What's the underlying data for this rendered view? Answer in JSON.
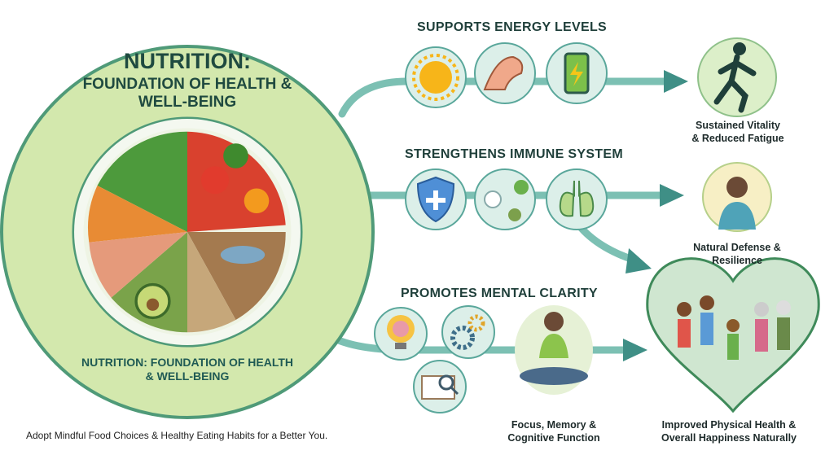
{
  "title": {
    "line1": "NUTRITION:",
    "line2": "FOUNDATION OF HEALTH & WELL-BEING",
    "bottom_ring": "NUTRITION: FOUNDATION OF HEALTH & WELL-BEING"
  },
  "sections": [
    {
      "heading": "SUPPORTS ENERGY LEVELS",
      "icons": [
        "sun-icon",
        "flexed-arm-icon",
        "battery-icon"
      ],
      "result_icon": "runner-icon",
      "result": "Sustained Vitality & Reduced Fatigue"
    },
    {
      "heading": "STRENGTHENS IMMUNE SYSTEM",
      "icons": [
        "shield-icon",
        "immune-cells-icon",
        "lungs-icon"
      ],
      "result_icon": "glowing-person-icon",
      "result": "Natural Defense & Resilience"
    },
    {
      "heading": "PROMOTES MENTAL CLARITY",
      "icons": [
        "brain-lightbulb-icon",
        "gears-icon",
        "book-magnifier-icon"
      ],
      "result_icon": "meditating-person-icon",
      "result": "Focus, Memory & Cognitive Function"
    }
  ],
  "final": {
    "icon": "family-heart-icon",
    "text": "Improved Physical Health & Overall Happiness Naturally"
  },
  "footer": "Adopt Mindful Food Choices & Healthy Eating Habits for a Better You.",
  "colors": {
    "ring": "#cfe5a8",
    "ring_border": "#4f9a78",
    "arrow": "#4a9a8c",
    "text_dark": "#1f4a40"
  }
}
